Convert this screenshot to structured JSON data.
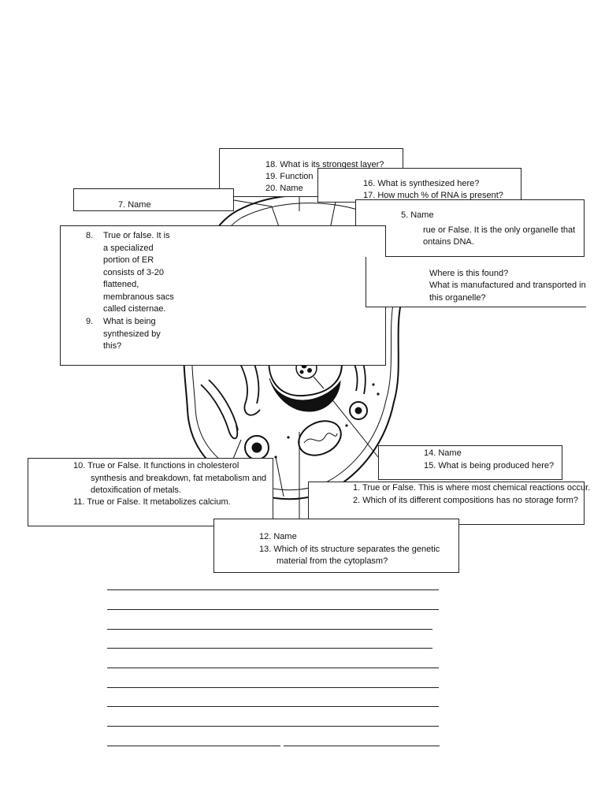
{
  "questions": {
    "q18": "18.  What is its strongest layer?",
    "q19": "19.  Function",
    "q20": "20.  Name",
    "q16": "16.  What is synthesized here?",
    "q17": "17.  How much % of RNA is present?",
    "q7": "7.    Name",
    "q5": "5.    Name",
    "q5_line2": "rue or False. It is the only organelle that",
    "q5_line3": "ontains DNA.",
    "q8_num": "8.",
    "q8_lines": [
      "True or false. It is",
      "a specialized",
      "portion of ER",
      "consists of 3-20",
      "flattened,",
      "membranous sacs",
      "called cisternae."
    ],
    "q9_num": "9.",
    "q9_lines": [
      "What is being",
      "synthesized by",
      "this?"
    ],
    "q6_lines": [
      "Where is this found?",
      "What is manufactured and transported in",
      "this organelle?"
    ],
    "q10_lines": [
      "10.  True or False. It functions in cholesterol",
      "synthesis and breakdown, fat metabolism and",
      "detoxification of metals."
    ],
    "q11": "11.  True or False. It metabolizes calcium.",
    "q14": "14.  Name",
    "q15": "15.  What is being produced here?",
    "q1": "1.    True or False. This is where most chemical reactions occur.",
    "q2": "2.      Which of its different compositions has no storage form?",
    "q12": "12.  Name",
    "q13_lines": [
      "13.  Which of its structure separates the genetic",
      "material from the cytoplasm?"
    ]
  },
  "answer_lines_count": 9,
  "colors": {
    "ink": "#111111",
    "box_border": "#222222",
    "background": "#ffffff"
  }
}
